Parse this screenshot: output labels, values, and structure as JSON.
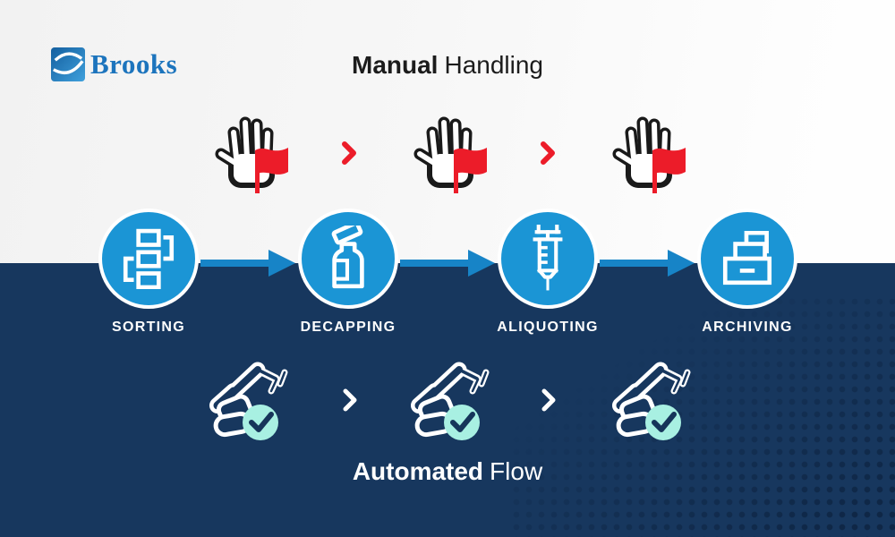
{
  "brand": {
    "name": "Brooks",
    "logo_icon": "brooks-swoosh-icon"
  },
  "manual_flow": {
    "title_bold": "Manual",
    "title_regular": "Handling",
    "icons": [
      "hand-stop-flag-icon",
      "hand-stop-flag-icon",
      "hand-stop-flag-icon"
    ],
    "separator_icon": "chevron-right-icon"
  },
  "steps": [
    {
      "label": "SORTING",
      "icon": "sorting-hierarchy-icon"
    },
    {
      "label": "DECAPPING",
      "icon": "decapping-vial-icon"
    },
    {
      "label": "ALIQUOTING",
      "icon": "aliquoting-syringe-icon"
    },
    {
      "label": "ARCHIVING",
      "icon": "archiving-trays-icon"
    }
  ],
  "automated_flow": {
    "title_bold": "Automated",
    "title_regular": "Flow",
    "icons": [
      "robot-arm-check-icon",
      "robot-arm-check-icon",
      "robot-arm-check-icon"
    ],
    "separator_icon": "chevron-right-icon"
  },
  "colors": {
    "navy_background": "#17375E",
    "light_background": "#F4F4F4",
    "step_circle_blue": "#1B95D5",
    "arrow_blue": "#1784C7",
    "alert_red": "#EC1C29",
    "check_teal": "#A8F0E2",
    "brand_blue": "#1C74BD",
    "ink_black": "#1C1C1C",
    "white": "#FFFFFF"
  }
}
